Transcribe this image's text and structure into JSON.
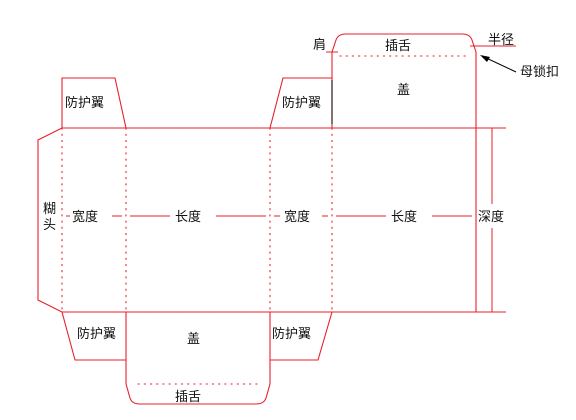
{
  "labels": {
    "tongue": "插舌",
    "lid": "盖",
    "flap": "防护翼",
    "glue": "糊头",
    "glue_1": "糊",
    "glue_2": "头",
    "width": "宽度",
    "length": "长度",
    "depth": "深度",
    "shoulder": "肩",
    "radius": "半径",
    "female_lock": "母锁扣"
  },
  "colors": {
    "line": "#e8202a",
    "callout": "#000000",
    "text": "#111111"
  }
}
